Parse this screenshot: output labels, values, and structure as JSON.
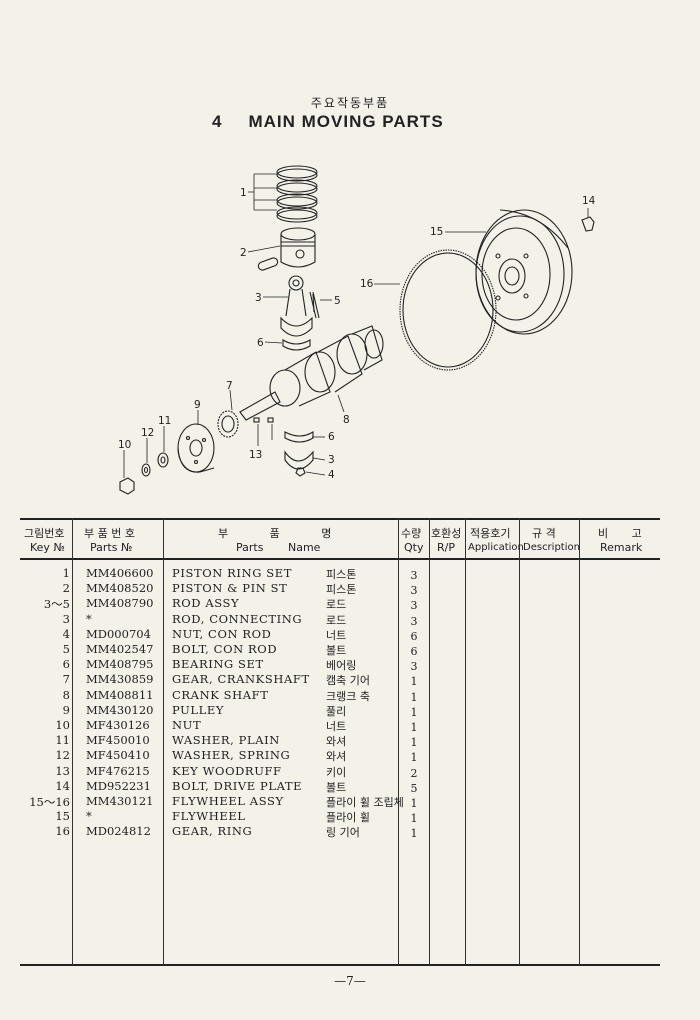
{
  "title": {
    "korean": "주요작동부품",
    "number": "4",
    "english": "MAIN MOVING PARTS"
  },
  "callouts": [
    "1",
    "2",
    "3",
    "5",
    "6",
    "7",
    "8",
    "9",
    "11",
    "12",
    "10",
    "13",
    "6",
    "3",
    "4",
    "14",
    "15",
    "16"
  ],
  "headers": {
    "key_kr": "그림번호",
    "key_en": "Key №",
    "part_kr": "부 품 번 호",
    "part_en": "Parts №",
    "name_kr": "부   품   명",
    "name_en1": "Parts",
    "name_en2": "Name",
    "qty_kr": "수량",
    "qty_en": "Qty",
    "rp_kr": "호환성",
    "rp_en": "R/P",
    "app_kr": "적용호기",
    "app_en": "Application",
    "desc_kr": "규  격",
    "desc_en": "Description",
    "remark_kr": "비   고",
    "remark_en": "Remark"
  },
  "rows": [
    {
      "key": "1",
      "part": "MM406600",
      "name": "PISTON RING SET",
      "kr": "피스톤",
      "qty": "3"
    },
    {
      "key": "2",
      "part": "MM408520",
      "name": "PISTON & PIN ST",
      "kr": "피스톤",
      "qty": "3"
    },
    {
      "key": "3～5",
      "part": "MM408790",
      "name": "ROD ASSY",
      "kr": "로드",
      "qty": "3"
    },
    {
      "key": "3",
      "part": "*",
      "name": "ROD, CONNECTING",
      "kr": "로드",
      "qty": "3"
    },
    {
      "key": "4",
      "part": "MD000704",
      "name": "NUT, CON ROD",
      "kr": "너트",
      "qty": "6"
    },
    {
      "key": "5",
      "part": "MM402547",
      "name": "BOLT, CON ROD",
      "kr": "볼트",
      "qty": "6"
    },
    {
      "key": "6",
      "part": "MM408795",
      "name": "BEARING SET",
      "kr": "베어링",
      "qty": "3"
    },
    {
      "key": "7",
      "part": "MM430859",
      "name": "GEAR, CRANKSHAFT",
      "kr": "캠축 기어",
      "qty": "1"
    },
    {
      "key": "8",
      "part": "MM408811",
      "name": "CRANK SHAFT",
      "kr": "크랭크 축",
      "qty": "1"
    },
    {
      "key": "9",
      "part": "MM430120",
      "name": "PULLEY",
      "kr": "풀리",
      "qty": "1"
    },
    {
      "key": "10",
      "part": "MF430126",
      "name": "NUT",
      "kr": "너트",
      "qty": "1"
    },
    {
      "key": "11",
      "part": "MF450010",
      "name": "WASHER, PLAIN",
      "kr": "와셔",
      "qty": "1"
    },
    {
      "key": "12",
      "part": "MF450410",
      "name": "WASHER, SPRING",
      "kr": "와셔",
      "qty": "1"
    },
    {
      "key": "13",
      "part": "MF476215",
      "name": "KEY WOODRUFF",
      "kr": "키이",
      "qty": "2"
    },
    {
      "key": "14",
      "part": "MD952231",
      "name": "BOLT, DRIVE PLATE",
      "kr": "볼트",
      "qty": "5"
    },
    {
      "key": "15～16",
      "part": "MM430121",
      "name": "FLYWHEEL ASSY",
      "kr": "플라이 휠 조립체",
      "qty": "1"
    },
    {
      "key": "15",
      "part": "*",
      "name": "FLYWHEEL",
      "kr": "플라이 휠",
      "qty": "1"
    },
    {
      "key": "16",
      "part": "MD024812",
      "name": "GEAR, RING",
      "kr": "링 기어",
      "qty": "1"
    }
  ],
  "page_number": "—7—"
}
